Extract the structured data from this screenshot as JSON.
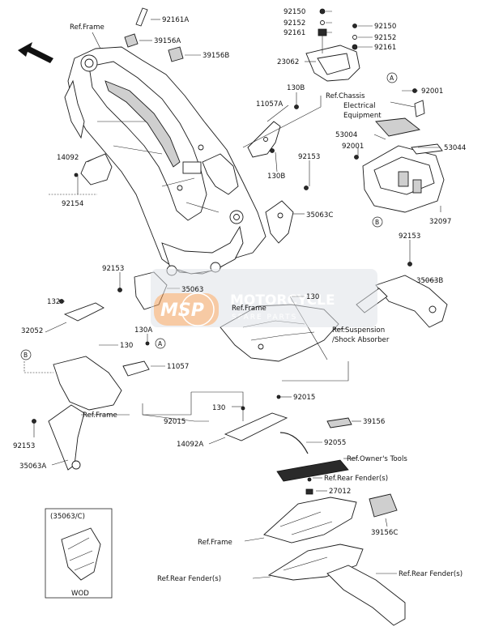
{
  "labels": {
    "ref_frame_top": "Ref.Frame",
    "p92161A": "92161A",
    "p39156A": "39156A",
    "p39156B": "39156B",
    "p92150a": "92150",
    "p92152a": "92152",
    "p92161a": "92161",
    "p92150b": "92150",
    "p92152b": "92152",
    "p92161b": "92161",
    "p23062": "23062",
    "circle_a_top": "A",
    "p130B_top": "130B",
    "p11057A": "11057A",
    "ref_chassis_1": "Ref.Chassis",
    "ref_chassis_2": "Electrical",
    "ref_chassis_3": "Equipment",
    "p92001a": "92001",
    "p53004": "53004",
    "p53044": "53044",
    "p92001b": "92001",
    "p92153a": "92153",
    "p130B_mid": "130B",
    "p14092": "14092",
    "p92154": "92154",
    "p35063C": "35063C",
    "circle_b_right": "B",
    "p32097": "32097",
    "p92153b": "92153",
    "p35063B": "35063B",
    "p92153c": "92153",
    "p35063": "35063",
    "p130_mid": "130",
    "ref_frame_mid": "Ref.Frame",
    "p132": "132",
    "p32052": "32052",
    "p130A": "130A",
    "circle_a_mid": "A",
    "p130_left": "130",
    "ref_suspension_1": "Ref.Suspension",
    "ref_suspension_2": "/Shock Absorber",
    "circle_b_left": "B",
    "p11057": "11057",
    "p92015a": "92015",
    "p130_low": "130",
    "ref_frame_left": "Ref.Frame",
    "p92015b": "92015",
    "p39156": "39156",
    "p92153d": "92153",
    "p14092A": "14092A",
    "p92055": "92055",
    "p35063A": "35063A",
    "ref_owners_tools": "Ref.Owner's Tools",
    "ref_rear_fender_1": "Ref.Rear Fender(s)",
    "p27012": "27012",
    "inset_title": "(35063/C)",
    "inset_wod": "WOD",
    "p39156C": "39156C",
    "ref_frame_bottom": "Ref.Frame",
    "ref_rear_fender_2": "Ref.Rear Fender(s)",
    "ref_rear_fender_3": "Ref.Rear Fender(s)"
  },
  "watermark": {
    "brand_line1": "MOTORCYCLE",
    "brand_line2": "SPARE PARTS",
    "logo_text": "MSP",
    "accent_color": "#f2a05a"
  }
}
